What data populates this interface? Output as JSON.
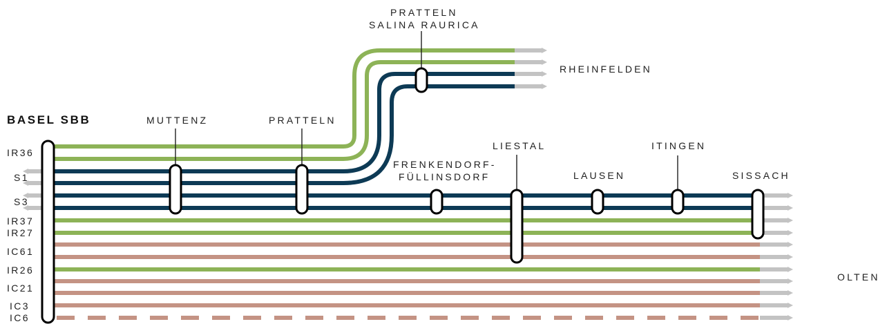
{
  "colors": {
    "ir_green": "#8db357",
    "s_navy": "#0d3a55",
    "ic_pink": "#c49384",
    "arrow_grey": "#c3c3c3",
    "outline": "#000000"
  },
  "stations": {
    "basel": "BASEL SBB",
    "muttenz": "MUTTENZ",
    "pratteln": "PRATTELN",
    "salina_line1": "PRATTELN",
    "salina_line2": "SALINA RAURICA",
    "rheinfelden": "RHEINFELDEN",
    "frenkendorf_line1": "FRENKENDORF-",
    "frenkendorf_line2": "FÜLLINSDORF",
    "liestal": "LIESTAL",
    "lausen": "LAUSEN",
    "itingen": "ITINGEN",
    "sissach": "SISSACH",
    "olten": "OLTEN"
  },
  "line_labels": {
    "ir36": "IR36",
    "s1": "S1",
    "s3": "S3",
    "ir37": "IR37",
    "ir27": "IR27",
    "ic61": "IC61",
    "ir26": "IR26",
    "ic21": "IC21",
    "ic3": "IC3",
    "ic6": "IC6"
  }
}
